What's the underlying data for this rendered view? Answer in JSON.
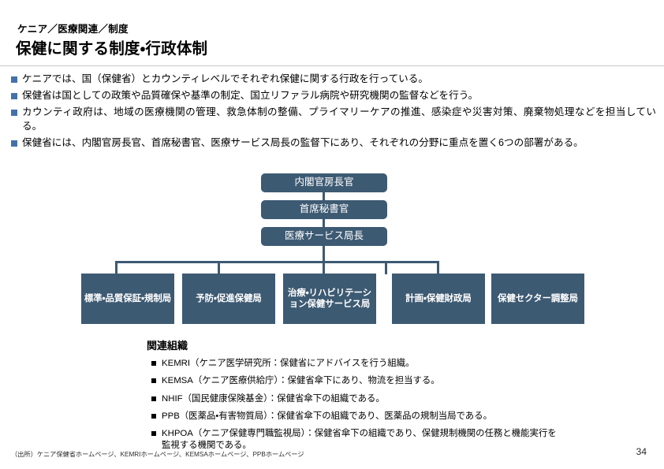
{
  "header": {
    "eyebrow": "ケニア／医療関連／制度",
    "title": "保健に関する制度・行政体制"
  },
  "colors": {
    "node_fill": "#3d5a73",
    "bullet_blue": "#4472a8",
    "rule_gray": "#c8c8c8",
    "bullet_black": "#000000"
  },
  "bullets": [
    "ケニアでは、国（保健省）とカウンティレベルでそれぞれ保健に関する行政を行っている。",
    "保健省は国としての政策や品質確保や基準の制定、国立リファラル病院や研究機関の監督などを行う。",
    "カウンティ政府は、地域の医療機関の管理、救急体制の整備、プライマリーケアの推進、感染症や災害対策、廃棄物処理などを担当している。",
    "保健省には、内閣官房長官、首席秘書官、医療サービス局長の監督下にあり、それぞれの分野に重点を置く6つの部署がある。"
  ],
  "org_chart": {
    "top_nodes": [
      "内閣官房長官",
      "首席秘書官",
      "医療サービス局長"
    ],
    "departments": [
      "標準・品質保証・規制局",
      "予防・促進保健局",
      "治療・リハビリテーション保健サービス局",
      "計画・保健財政局",
      "保健セクター調整局"
    ]
  },
  "related": {
    "title": "関連組織",
    "items": [
      "KEMRI（ケニア医学研究所：保健省にアドバイスを行う組織。",
      "KEMSA（ケニア医療供給庁）：保健省傘下にあり、物流を担当する。",
      "NHIF（国民健康保険基金）：保健省傘下の組織である。",
      "PPB（医薬品・有害物質局）：保健省傘下の組織であり、医薬品の規制当局である。",
      "KHPOA（ケニア保健専門職監視局）：保健省傘下の組織であり、保健規制機関の任務と機能実行を監視する機関である。"
    ]
  },
  "footer": {
    "source": "（出所）ケニア保健省ホームページ、KEMRIホームページ、KEMSAホームページ、PPBホームページ",
    "page_number": "34"
  }
}
